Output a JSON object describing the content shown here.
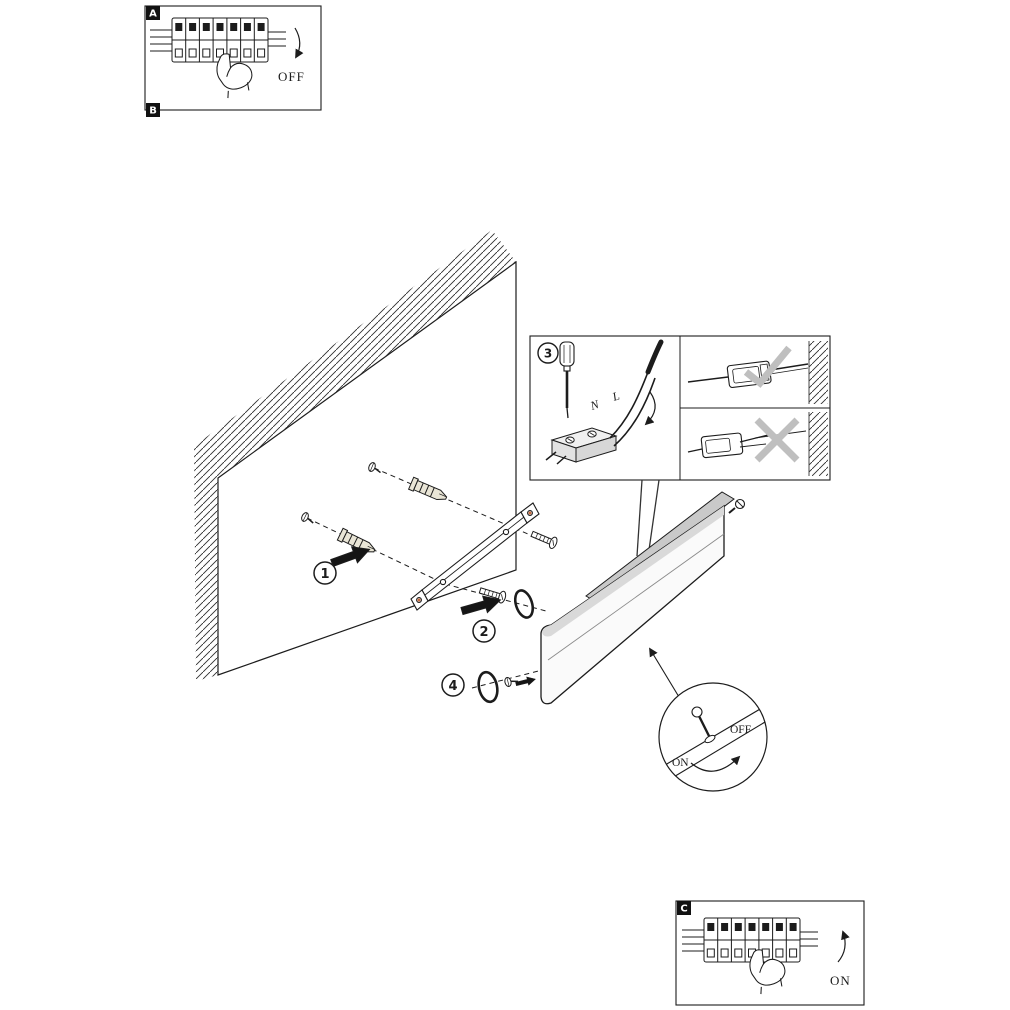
{
  "colors": {
    "line": "#1c1c1c",
    "light_gray": "#d9d9d9",
    "mark_gray": "#bfbfbf",
    "dowel_fill": "#e9e5d6",
    "accent_orange": "#c86a3c"
  },
  "panel_a": {
    "corner_label": "A",
    "corner_label_bottom": "B",
    "switch_state": "OFF"
  },
  "panel_c": {
    "corner_label": "C",
    "switch_state": "ON"
  },
  "steps": {
    "s1": "1",
    "s2": "2",
    "s3": "3",
    "s4": "4"
  },
  "wiring": {
    "neutral_label": "N",
    "live_label": "L"
  },
  "switch_detail": {
    "on_label": "ON",
    "off_label": "OFF"
  }
}
